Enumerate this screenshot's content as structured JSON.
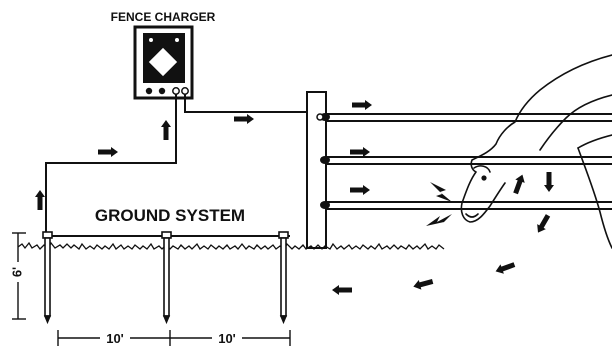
{
  "labels": {
    "charger": "FENCE CHARGER",
    "ground": "GROUND SYSTEM",
    "depth": "6'",
    "spacing_left": "10'",
    "spacing_right": "10'"
  },
  "colors": {
    "ink": "#111111",
    "paper": "#ffffff"
  },
  "icons": {
    "charger_badge": "diamond-icon",
    "current_arrow": "arrow-icon",
    "shock_spark": "lightning-icon",
    "animal": "horse-silhouette"
  }
}
